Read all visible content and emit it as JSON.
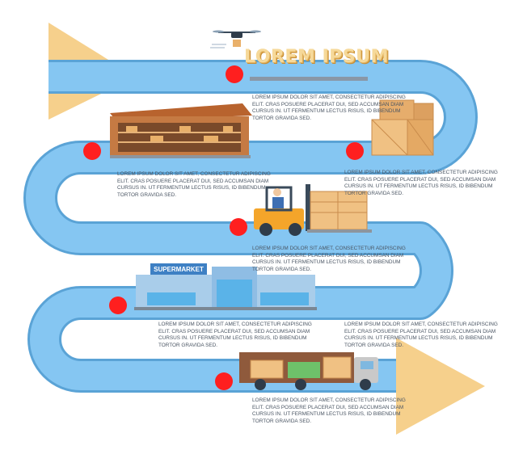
{
  "title": "LOREM IPSUM",
  "store_sign": "SUPERMARKET",
  "steps": [
    {
      "text": "LOREM IPSUM DOLOR SIT AMET, CONSECTETUR ADIPISCING\nELIT. CRAS POSUERE PLACERAT DUI, SED ACCUMSAN DIAM\nCURSUS IN. UT FERMENTUM LECTUS RISUS, ID BIBENDUM\nTORTOR GRAVIDA SED."
    },
    {
      "text": "LOREM IPSUM DOLOR SIT AMET, CONSECTETUR ADIPISCING\nELIT. CRAS POSUERE PLACERAT DUI, SED ACCUMSAN DIAM\nCURSUS IN. UT FERMENTUM LECTUS RISUS, ID BIBENDUM\nTORTOR GRAVIDA SED."
    },
    {
      "text": "LOREM IPSUM DOLOR SIT AMET, CONSECTETUR ADIPISCING\nELIT. CRAS POSUERE PLACERAT DUI, SED ACCUMSAN DIAM\nCURSUS IN. UT FERMENTUM LECTUS RISUS, ID BIBENDUM\nTORTOR GRAVIDA SED."
    },
    {
      "text": "LOREM IPSUM DOLOR SIT AMET, CONSECTETUR ADIPISCING\nELIT. CRAS POSUERE PLACERAT DUI, SED ACCUMSAN DIAM\nCURSUS IN. UT FERMENTUM LECTUS RISUS, ID BIBENDUM\nTORTOR GRAVIDA SED."
    },
    {
      "text": "LOREM IPSUM DOLOR SIT AMET, CONSECTETUR ADIPISCING\nELIT. CRAS POSUERE PLACERAT DUI, SED ACCUMSAN DIAM\nCURSUS IN. UT FERMENTUM LECTUS RISUS, ID BIBENDUM\nTORTOR GRAVIDA SED."
    },
    {
      "text": "LOREM IPSUM DOLOR SIT AMET, CONSECTETUR ADIPISCING\nELIT. CRAS POSUERE PLACERAT DUI, SED ACCUMSAN DIAM\nCURSUS IN. UT FERMENTUM LECTUS RISUS, ID BIBENDUM\nTORTOR GRAVIDA SED."
    },
    {
      "text": "LOREM IPSUM DOLOR SIT AMET, CONSECTETUR ADIPISCING\nELIT. CRAS POSUERE PLACERAT DUI, SED ACCUMSAN DIAM\nCURSUS IN. UT FERMENTUM LECTUS RISUS, ID BIBENDUM\nTORTOR GRAVIDA SED."
    }
  ],
  "colors": {
    "road": "#85c6f2",
    "road_edge": "#5aa3d6",
    "arrow": "#f6d08c",
    "marker": "#ff1f1f",
    "title": "#f6d99a",
    "box": "#e9b06a"
  }
}
